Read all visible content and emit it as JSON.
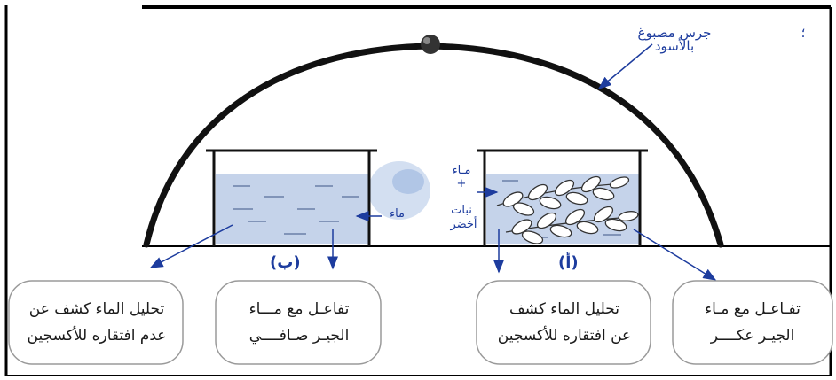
{
  "bell_label": "جرس مصبوغ بالأسود",
  "corner_mark": "؛",
  "setups": [
    {
      "letter": "(ب)",
      "water_label": "ماء"
    },
    {
      "letter": "(أ)",
      "contents_label_line1": "مـاء",
      "contents_label_plus": "+",
      "contents_label_line2": "نبات",
      "contents_label_line3": "أخضر"
    }
  ],
  "result_boxes": [
    {
      "line1": "تحليل الماء كشف عن",
      "line2": "عدم افتقاره للأكسجين"
    },
    {
      "line1": "تفاعـل مع مـــاء",
      "line2": "الجيـر صـافــــي"
    },
    {
      "line1": "تحليل الماء كشف",
      "line2": "عن افتقاره للأكسجين"
    },
    {
      "line1": "تفـاعـل مع مـاء",
      "line2": "الجيـر عكــــر"
    }
  ]
}
